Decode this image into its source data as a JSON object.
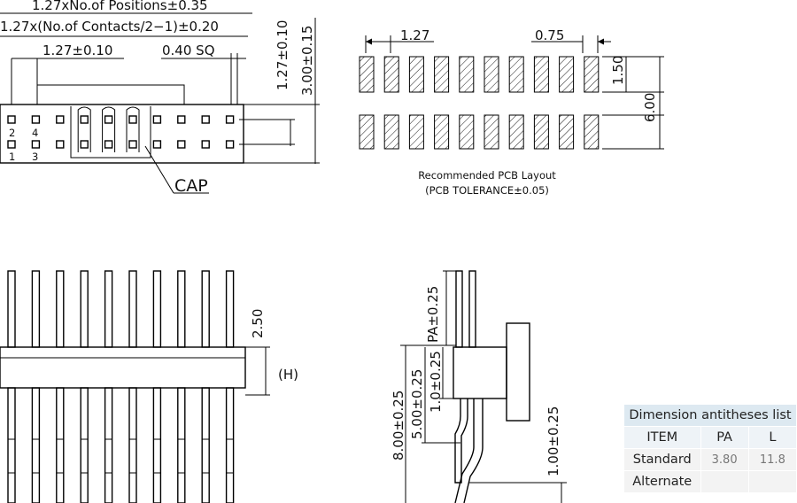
{
  "top_view": {
    "dim_positions": "1.27xNo.of  Positions±0.35",
    "dim_contacts": "1.27x(No.of  Contacts/2−1)±0.20",
    "dim_pitch": "1.27±0.10",
    "dim_square": "0.40 SQ",
    "dim_row_pitch": "1.27±0.10",
    "dim_width": "3.00±0.15",
    "pin_label_2": "2",
    "pin_label_4": "4",
    "pin_label_1": "1",
    "pin_label_3": "3",
    "cap_label": "CAP"
  },
  "pcb_layout": {
    "dim_pitch": "1.27",
    "dim_pad_width": "0.75",
    "dim_pad_length": "1.50",
    "dim_span": "6.00",
    "caption_line1": "Recommended PCB Layout",
    "caption_line2": "(PCB TOLERANCE±0.05)"
  },
  "front_view": {
    "dim_height": "2.50",
    "h_label": "(H)"
  },
  "side_view": {
    "dim_pa": "PA±0.25",
    "dim_total": "8.00±0.25",
    "dim_5": "5.00±0.25",
    "dim_1a": "1.0±0.25",
    "dim_1b": "1.00±0.25"
  },
  "table": {
    "title": "Dimension antitheses list",
    "headers": [
      "ITEM",
      "PA",
      "L"
    ],
    "rows": [
      {
        "item": "Standard",
        "pa": "3.80",
        "l": "11.8"
      },
      {
        "item": "Alternate",
        "pa": "",
        "l": ""
      }
    ]
  }
}
